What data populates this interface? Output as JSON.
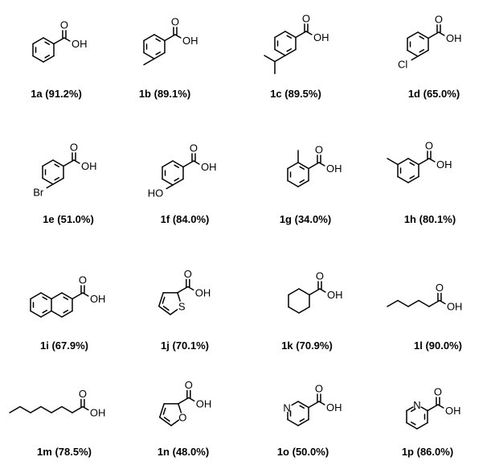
{
  "compounds": [
    {
      "id": "1a",
      "yield": "(91.2%)",
      "atoms": [
        "OH"
      ]
    },
    {
      "id": "1b",
      "yield": "(89.1%)",
      "atoms": [
        "OH"
      ]
    },
    {
      "id": "1c",
      "yield": "(89.5%)",
      "atoms": [
        "OH"
      ]
    },
    {
      "id": "1d",
      "yield": "(65.0%)",
      "atoms": [
        "OH",
        "Cl"
      ]
    },
    {
      "id": "1e",
      "yield": "(51.0%)",
      "atoms": [
        "OH",
        "Br"
      ]
    },
    {
      "id": "1f",
      "yield": "(84.0%)",
      "atoms": [
        "OH",
        "HO"
      ]
    },
    {
      "id": "1g",
      "yield": "(34.0%)",
      "atoms": [
        "OH"
      ]
    },
    {
      "id": "1h",
      "yield": "(80.1%)",
      "atoms": [
        "OH"
      ]
    },
    {
      "id": "1i",
      "yield": "(67.9%)",
      "atoms": [
        "OH"
      ]
    },
    {
      "id": "1j",
      "yield": "(70.1%)",
      "atoms": [
        "OH",
        "S"
      ]
    },
    {
      "id": "1k",
      "yield": "(70.9%)",
      "atoms": [
        "OH"
      ]
    },
    {
      "id": "1l",
      "yield": "(90.0%)",
      "atoms": [
        "OH"
      ]
    },
    {
      "id": "1m",
      "yield": "(78.5%)",
      "atoms": [
        "OH"
      ]
    },
    {
      "id": "1n",
      "yield": "(48.0%)",
      "atoms": [
        "OH",
        "O"
      ]
    },
    {
      "id": "1o",
      "yield": "(50.0%)",
      "atoms": [
        "OH",
        "N"
      ]
    },
    {
      "id": "1p",
      "yield": "(86.0%)",
      "atoms": [
        "OH",
        "N"
      ]
    }
  ],
  "carbonyl_oxygen": "O"
}
